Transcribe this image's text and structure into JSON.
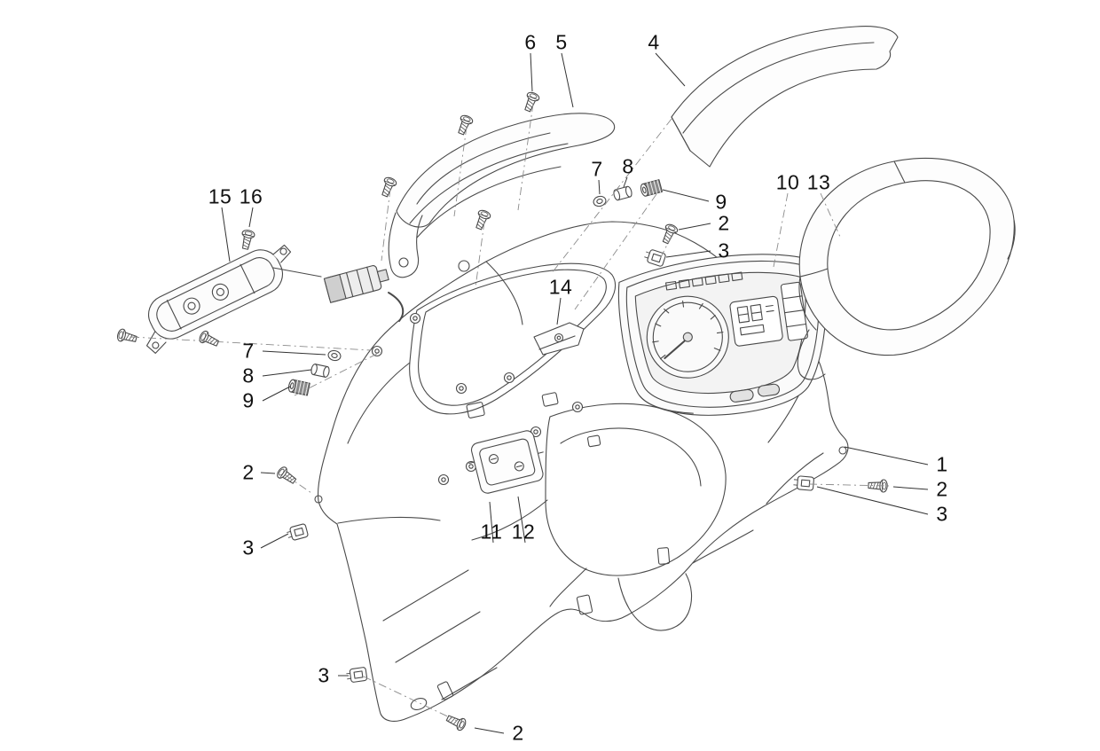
{
  "page": {
    "kind": "exploded-parts-diagram",
    "subject": "Dashboard / instrument panel assembly exploded view with numbered part callouts"
  },
  "palette": {
    "line": "#4a4a4a",
    "leader": "#333333",
    "axis": "#8a8a8a",
    "label": "#111111",
    "background": "#ffffff"
  },
  "callouts": [
    {
      "label": "6"
    },
    {
      "label": "5"
    },
    {
      "label": "4"
    },
    {
      "label": "7"
    },
    {
      "label": "8"
    },
    {
      "label": "9"
    },
    {
      "label": "10"
    },
    {
      "label": "13"
    },
    {
      "label": "2"
    },
    {
      "label": "3"
    },
    {
      "label": "15"
    },
    {
      "label": "16"
    },
    {
      "label": "14"
    },
    {
      "label": "7"
    },
    {
      "label": "8"
    },
    {
      "label": "9"
    },
    {
      "label": "2"
    },
    {
      "label": "3"
    },
    {
      "label": "11"
    },
    {
      "label": "12"
    },
    {
      "label": "1"
    },
    {
      "label": "2"
    },
    {
      "label": "3"
    },
    {
      "label": "3"
    },
    {
      "label": "2"
    }
  ]
}
